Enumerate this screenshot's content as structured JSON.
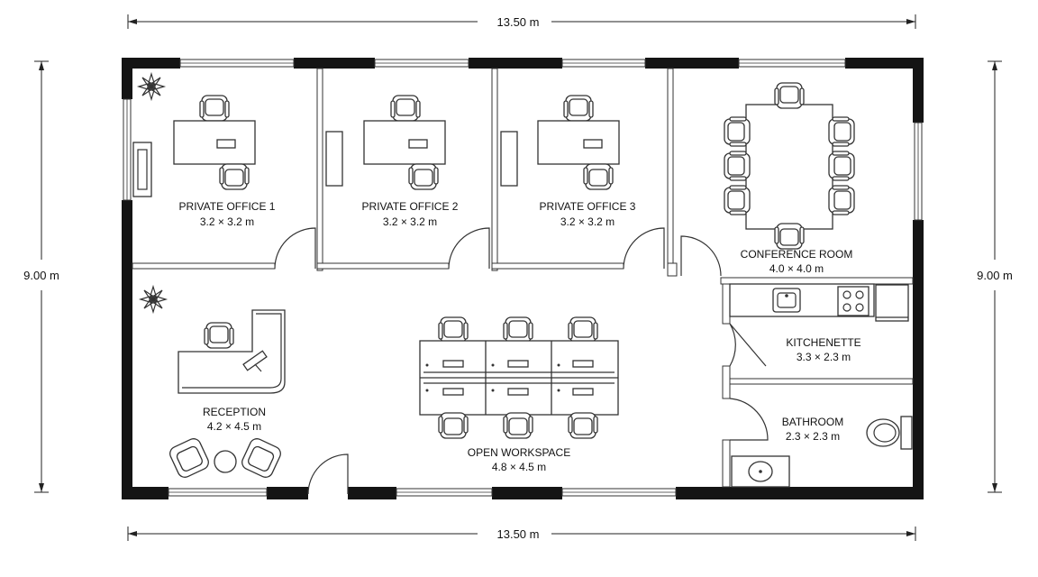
{
  "dimensions": {
    "width_top": "13.50 m",
    "width_bottom": "13.50 m",
    "height_left": "9.00 m",
    "height_right": "9.00 m"
  },
  "rooms": {
    "private_office_1": {
      "name": "PRIVATE OFFICE 1",
      "size": "3.2 × 3.2 m"
    },
    "private_office_2": {
      "name": "PRIVATE OFFICE 2",
      "size": "3.2 × 3.2 m"
    },
    "private_office_3": {
      "name": "PRIVATE OFFICE 3",
      "size": "3.2 × 3.2 m"
    },
    "conference_room": {
      "name": "CONFERENCE ROOM",
      "size": "4.0 × 4.0 m"
    },
    "kitchenette": {
      "name": "KITCHENETTE",
      "size": "3.3 × 2.3 m"
    },
    "bathroom": {
      "name": "BATHROOM",
      "size": "2.3 × 2.3 m"
    },
    "reception": {
      "name": "RECEPTION",
      "size": "4.2 × 4.5 m"
    },
    "open_workspace": {
      "name": "OPEN WORKSPACE",
      "size": "4.8 × 4.5 m"
    }
  }
}
